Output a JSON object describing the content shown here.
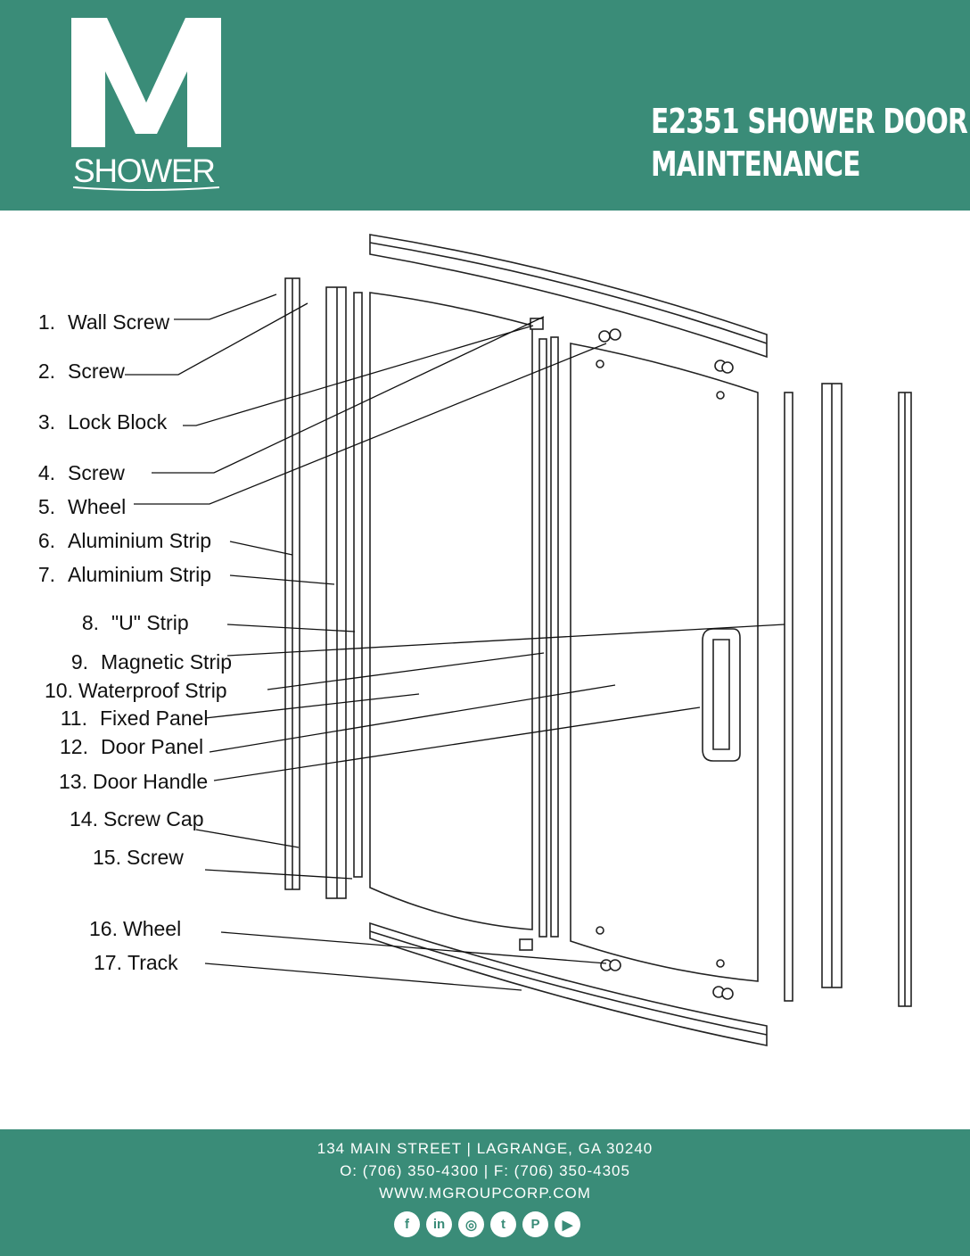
{
  "brand": {
    "logo_letter": "M",
    "logo_word": "SHOWER"
  },
  "header": {
    "title_line1": "E2351 SHOWER DOOR",
    "title_line2": "MAINTENANCE"
  },
  "parts": [
    {
      "num": "1.",
      "label": "Wall Screw"
    },
    {
      "num": "2.",
      "label": "Screw"
    },
    {
      "num": "3.",
      "label": "Lock Block"
    },
    {
      "num": "4.",
      "label": "Screw"
    },
    {
      "num": "5.",
      "label": "Wheel"
    },
    {
      "num": "6.",
      "label": "Aluminium Strip"
    },
    {
      "num": "7.",
      "label": "Aluminium Strip"
    },
    {
      "num": "8.",
      "label": "\"U\" Strip"
    },
    {
      "num": "9.",
      "label": "Magnetic Strip"
    },
    {
      "num": "10.",
      "label": "Waterproof Strip"
    },
    {
      "num": "11.",
      "label": "Fixed Panel"
    },
    {
      "num": "12.",
      "label": "Door Panel"
    },
    {
      "num": "13.",
      "label": "Door Handle"
    },
    {
      "num": "14.",
      "label": "Screw Cap"
    },
    {
      "num": "15.",
      "label": "Screw"
    },
    {
      "num": "16.",
      "label": "Wheel"
    },
    {
      "num": "17.",
      "label": "Track"
    }
  ],
  "footer": {
    "address": "134 MAIN STREET | LAGRANGE, GA 30240",
    "phone": "O: (706) 350-4300 | F: (706) 350-4305",
    "website": "WWW.MGROUPCORP.COM",
    "social": [
      {
        "icon": "facebook-icon",
        "glyph": "f"
      },
      {
        "icon": "linkedin-icon",
        "glyph": "in"
      },
      {
        "icon": "instagram-icon",
        "glyph": "◎"
      },
      {
        "icon": "twitter-icon",
        "glyph": "t"
      },
      {
        "icon": "pinterest-icon",
        "glyph": "P"
      },
      {
        "icon": "youtube-icon",
        "glyph": "▶"
      }
    ]
  },
  "colors": {
    "brand": "#3a8c78"
  }
}
